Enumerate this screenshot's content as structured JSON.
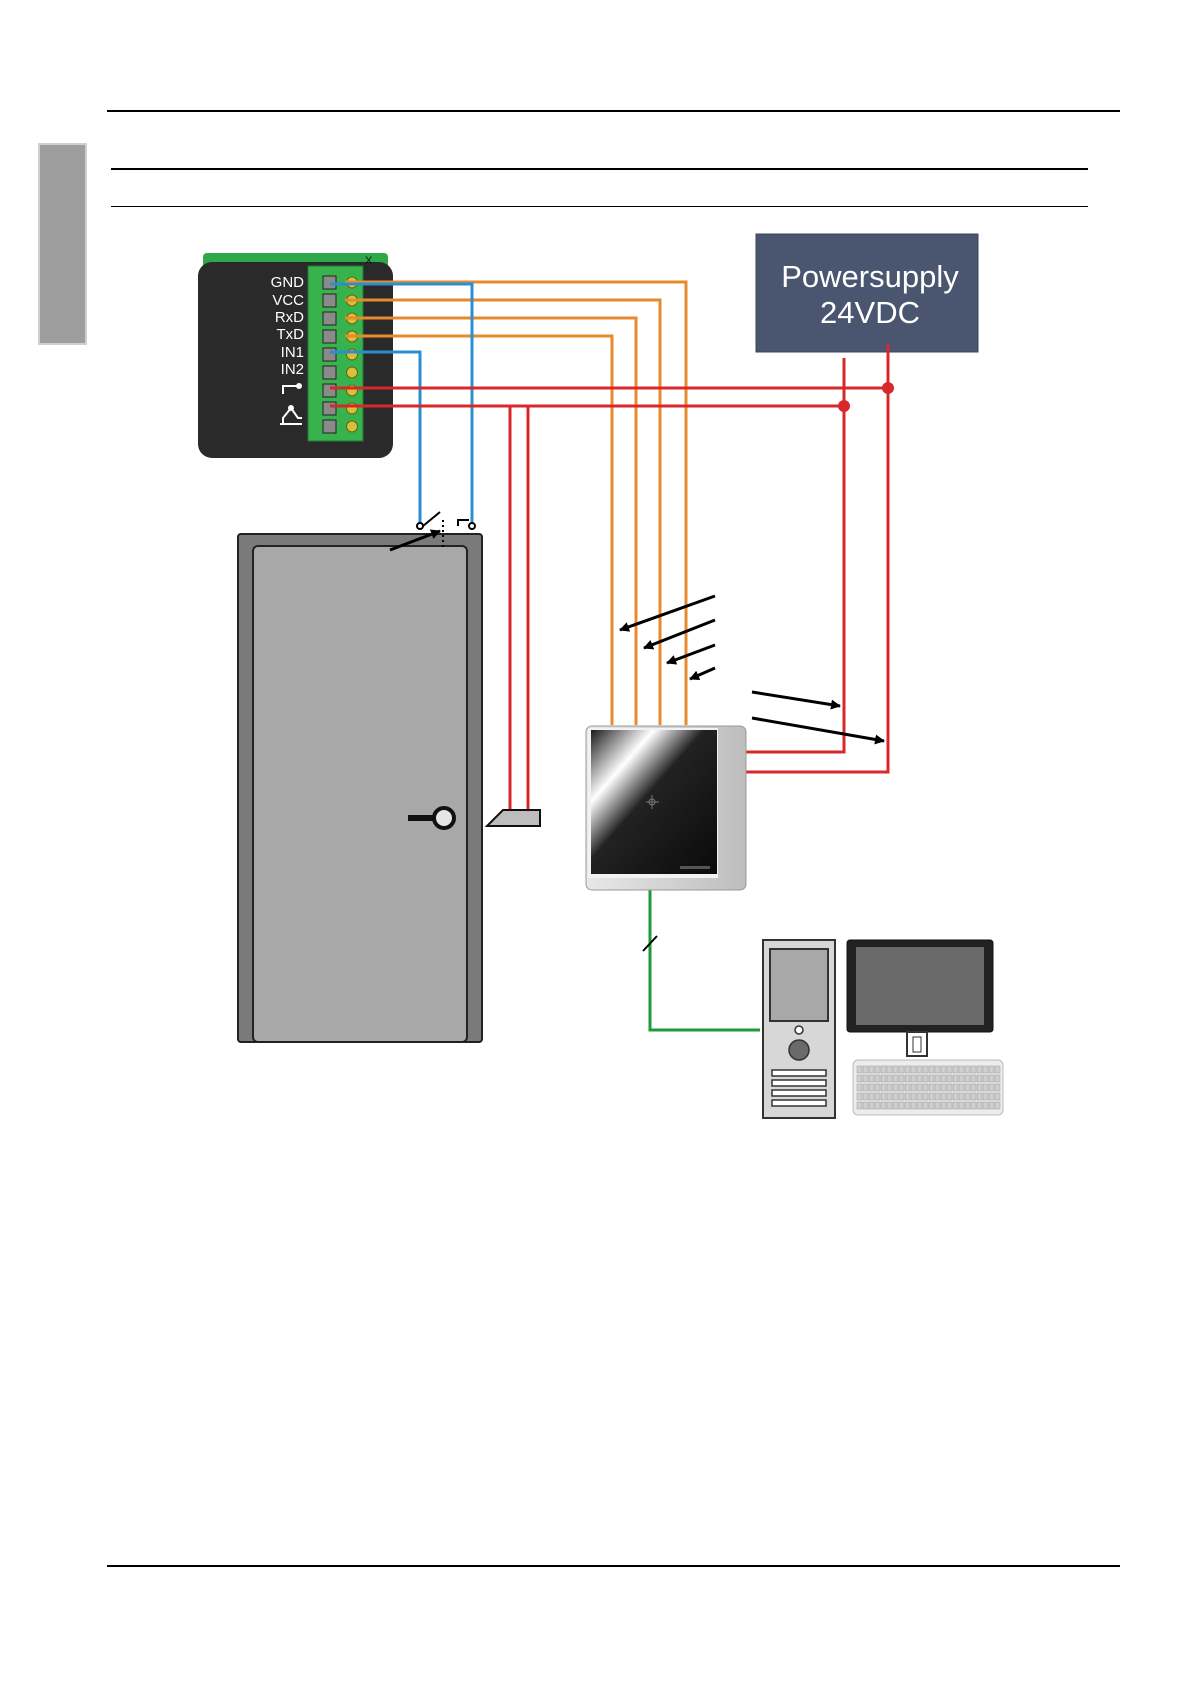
{
  "power_supply": {
    "line1": "Powersupply",
    "line2": "24VDC"
  },
  "terminal": {
    "labels": [
      "GND",
      "VCC",
      "RxD",
      "TxD",
      "IN1",
      "IN2"
    ],
    "top_mark": "X"
  },
  "colors": {
    "orange_wire": "#e8892c",
    "blue_wire": "#2a8fd0",
    "red_wire": "#d8282a",
    "green_wire": "#1e9a3a",
    "psu_fill": "#4a5570",
    "terminal_green": "#2fa84a",
    "module_body": "#2a2a2a",
    "door_fill": "#a8a8a8"
  },
  "icons": [
    "door-icon",
    "door-handle-icon",
    "door-contact-switch-icon",
    "door-strike-icon",
    "rfid-reader-icon",
    "pc-tower-icon",
    "monitor-icon",
    "keyboard-icon",
    "relay-icon"
  ]
}
